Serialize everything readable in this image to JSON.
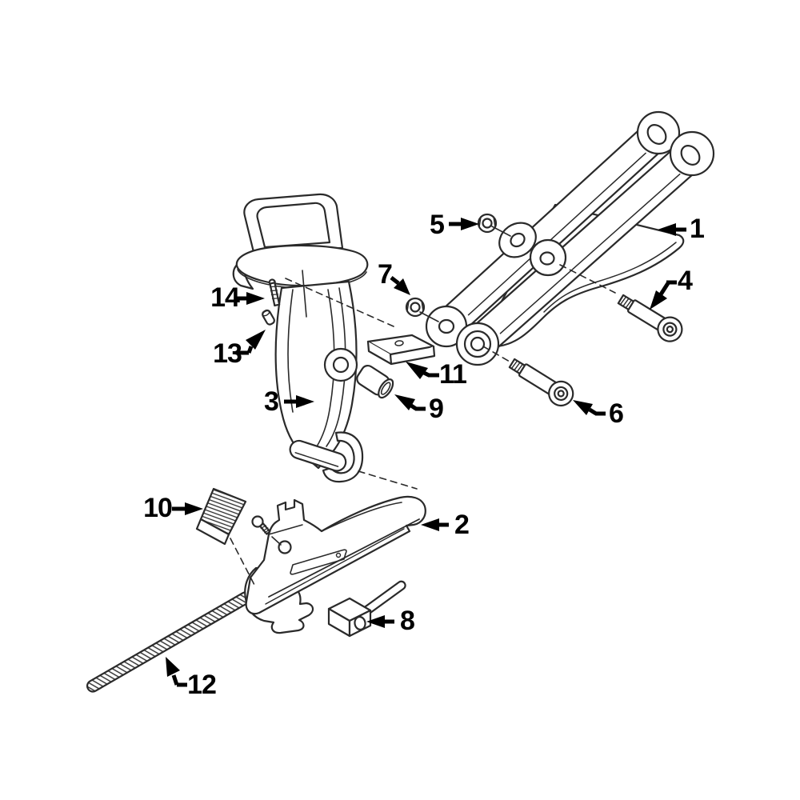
{
  "figure": {
    "type": "exploded-parts-diagram",
    "background_color": "#ffffff",
    "line_color": "#2a2a2a",
    "callout_color": "#000000",
    "callouts": [
      {
        "label": "1"
      },
      {
        "label": "2"
      },
      {
        "label": "3"
      },
      {
        "label": "4"
      },
      {
        "label": "5"
      },
      {
        "label": "6"
      },
      {
        "label": "7"
      },
      {
        "label": "8"
      },
      {
        "label": "9"
      },
      {
        "label": "10"
      },
      {
        "label": "11"
      },
      {
        "label": "12"
      },
      {
        "label": "13"
      },
      {
        "label": "14"
      }
    ]
  }
}
